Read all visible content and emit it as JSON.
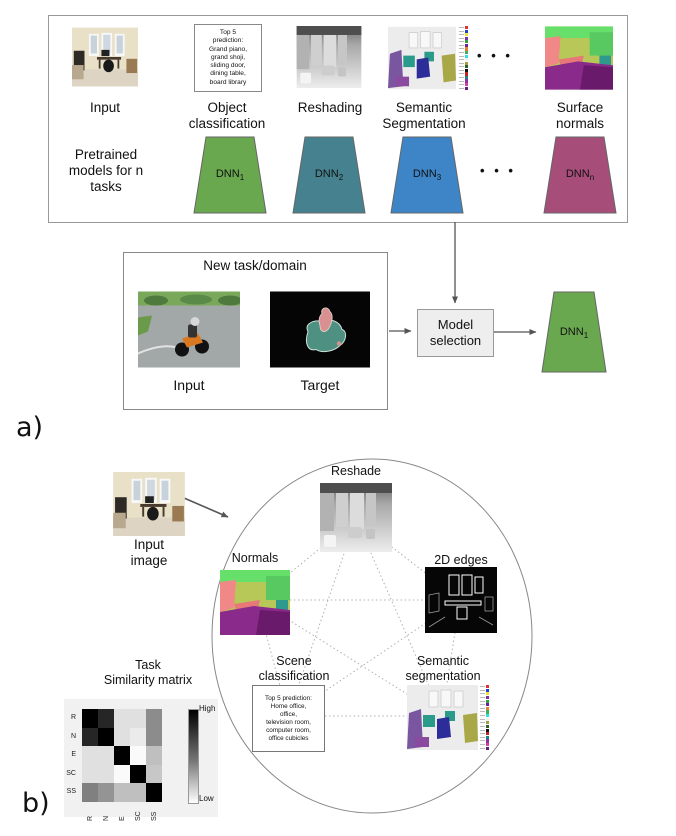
{
  "panel_a": {
    "label": "a)",
    "box": {
      "tasks": [
        {
          "label": "Input"
        },
        {
          "label": "Object\nclassification",
          "prediction": "Top 5\nprediction:\nGrand piano,\ngrand shoji,\nsliding door,\ndining table,\nboard library"
        },
        {
          "label": "Reshading"
        },
        {
          "label": "Semantic\nSegmentation"
        },
        {
          "label": "Surface\nnormals"
        }
      ],
      "ellipsis_top": "• • •",
      "pretrained_label": "Pretrained\nmodels for n\ntasks",
      "dnns": [
        {
          "name": "DNN",
          "sub": "1",
          "color": "#6aa84f"
        },
        {
          "name": "DNN",
          "sub": "2",
          "color": "#45818e"
        },
        {
          "name": "DNN",
          "sub": "3",
          "color": "#3d85c6"
        },
        {
          "name": "DNN",
          "sub": "n",
          "color": "#a64d79"
        }
      ],
      "ellipsis_mid": "• • •"
    },
    "new_task_box": {
      "title": "New task/domain",
      "input_label": "Input",
      "target_label": "Target"
    },
    "model_selection_label": "Model\nselection",
    "selected_dnn": {
      "name": "DNN",
      "sub": "1",
      "color": "#6aa84f"
    }
  },
  "panel_b": {
    "label": "b)",
    "input_image_label": "Input\nimage",
    "nodes": {
      "reshade": {
        "label": "Reshade"
      },
      "normals": {
        "label": "Normals"
      },
      "edges2d": {
        "label": "2D edges"
      },
      "scene": {
        "label": "Scene\nclassification",
        "prediction": "Top 5 prediction:\nHome office,\noffice,\ntelevision room,\ncomputer room,\noffice cubicles"
      },
      "semseg": {
        "label": "Semantic\nsegmentation"
      }
    },
    "similarity": {
      "title": "Task\nSimilarity matrix",
      "high_label": "High",
      "low_label": "Low"
    }
  },
  "seg_legend_colors": [
    "#e03030",
    "#2040d0",
    "#f0e030",
    "#8030a0",
    "#30a040",
    "#6a20a0",
    "#e08030",
    "#40b060",
    "#30e0e0",
    "#f0f0f0",
    "#a0a040",
    "#306030",
    "#101010",
    "#c02020",
    "#208080",
    "#9030a0",
    "#d040a0",
    "#602080"
  ],
  "chart_data": {
    "type": "heatmap",
    "title": "Task Similarity matrix",
    "rows": [
      "R",
      "N",
      "E",
      "SC",
      "SS"
    ],
    "cols": [
      "R",
      "N",
      "E",
      "SC",
      "SS"
    ],
    "values": [
      [
        1.0,
        0.85,
        0.12,
        0.12,
        0.45
      ],
      [
        0.85,
        1.0,
        0.12,
        0.08,
        0.45
      ],
      [
        0.12,
        0.12,
        1.0,
        0.02,
        0.25
      ],
      [
        0.12,
        0.12,
        0.02,
        1.0,
        0.22
      ],
      [
        0.5,
        0.42,
        0.25,
        0.25,
        1.0
      ]
    ],
    "colormap": "grayscale, 1=black=High similarity, 0=white=Low",
    "legend_position": "right",
    "legend_labels": {
      "top": "High",
      "bottom": "Low"
    }
  }
}
